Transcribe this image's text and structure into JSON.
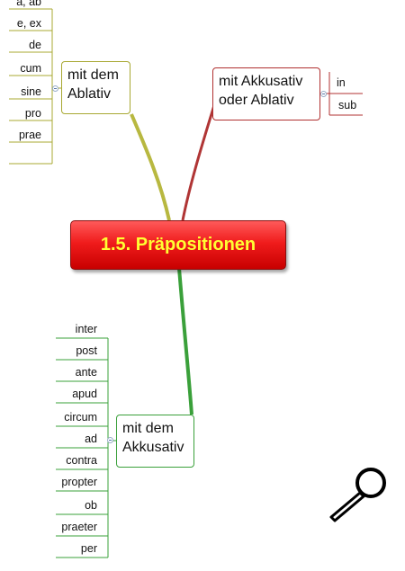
{
  "central": {
    "title": "1.5. Präpositionen"
  },
  "branches": {
    "ablativ": {
      "line1": "mit dem",
      "line2": "Ablativ",
      "color": "#a8a832",
      "items": [
        "a, ab",
        "e, ex",
        "de",
        "cum",
        "sine",
        "pro",
        "prae"
      ]
    },
    "akk_abl": {
      "line1": "mit Akkusativ",
      "line2": "oder Ablativ",
      "color": "#b03030",
      "items": [
        "in",
        "sub"
      ]
    },
    "akkusativ": {
      "line1": "mit dem",
      "line2": "Akkusativ",
      "color": "#3aa03a",
      "items": [
        "inter",
        "post",
        "ante",
        "apud",
        "circum",
        "ad",
        "contra",
        "propter",
        "ob",
        "praeter",
        "per"
      ]
    }
  },
  "icons": {
    "tool": "magnifier-icon"
  }
}
